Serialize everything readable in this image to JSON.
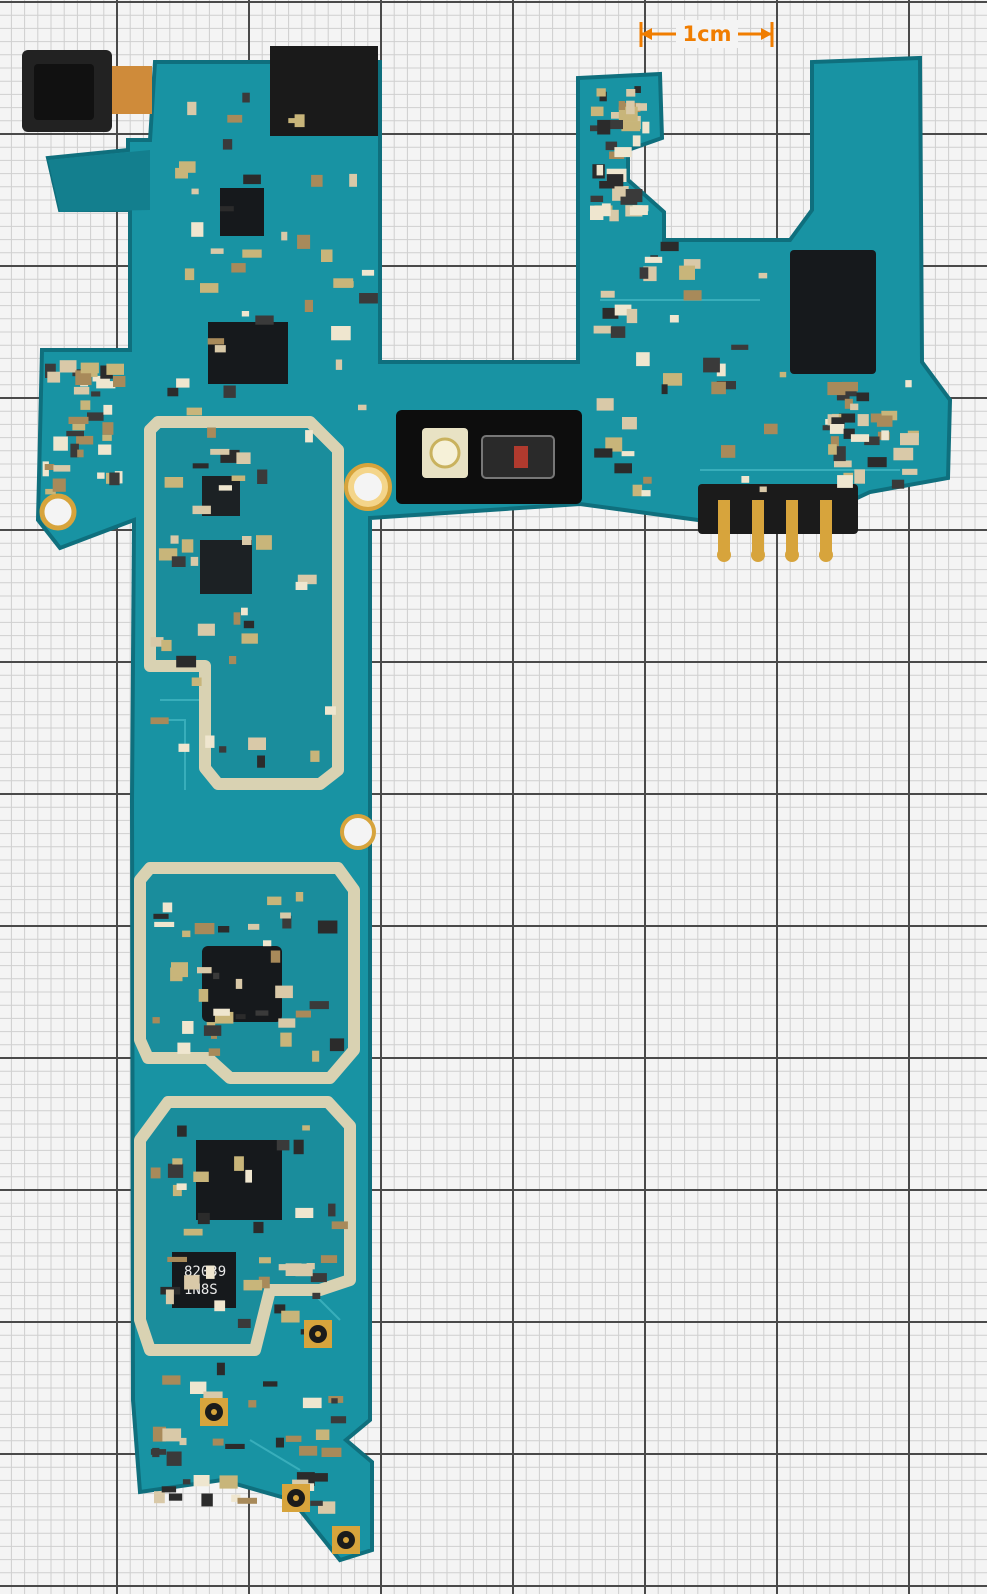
{
  "scale_bar": {
    "label": "1cm"
  },
  "chip_marking": {
    "line1": "82039",
    "line2": "1N8S"
  },
  "colors": {
    "background": "#f4f4f4",
    "grid_minor": "#cfcfcf",
    "grid_major": "#4a4a4a",
    "pcb": "#1893a3",
    "pcb_edge": "#0f6f7d",
    "shield": "#d9d2b2",
    "chip": "#16191c",
    "gold": "#d7a43c",
    "scale": "#f07d00"
  }
}
